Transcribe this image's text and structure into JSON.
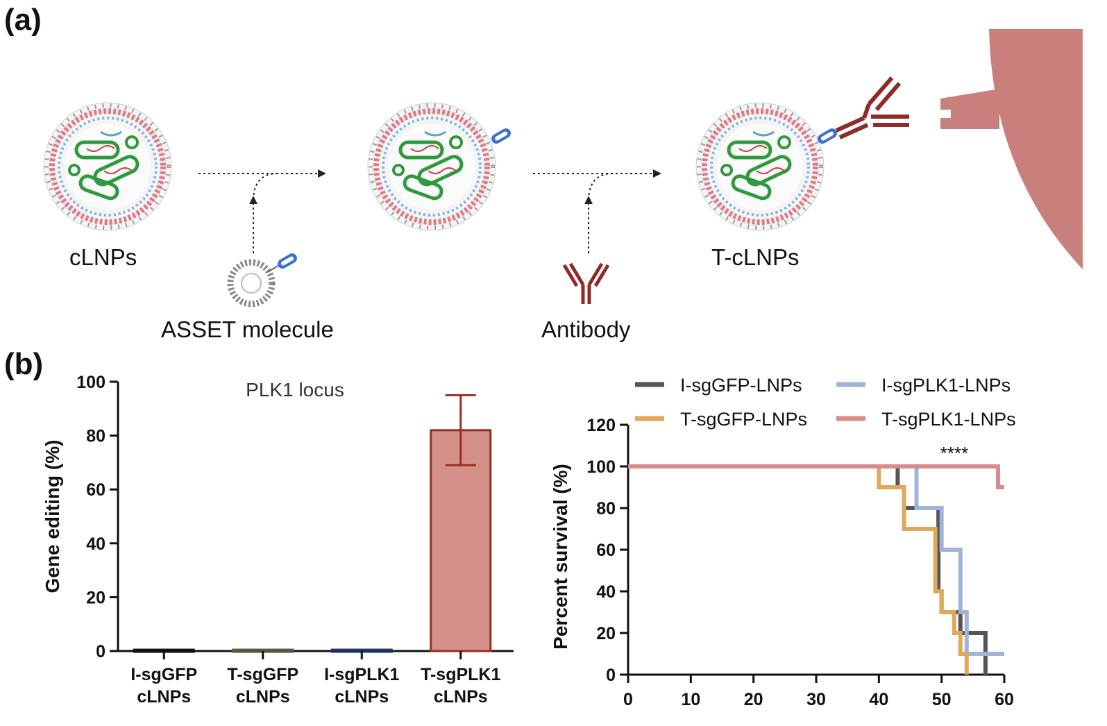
{
  "panels": {
    "a_label": "(a)",
    "b_label": "(b)"
  },
  "schematic": {
    "clnps_label": "cLNPs",
    "asset_label": "ASSET molecule",
    "tclnps_label": "T-cLNPs",
    "antibody_label": "Antibody"
  },
  "colors": {
    "black_series": "#555555",
    "orange_series": "#e0a85a",
    "blue_series": "#9fb4d8",
    "red_series": "#d98a8a",
    "bar_red_fill": "#d4918a",
    "bar_red_edge": "#9c2b22",
    "antibody": "#8e2a27",
    "cell": "#c97f7b",
    "asset_tag": "#3a6fd6"
  },
  "chart_data": [
    {
      "type": "bar",
      "title": "PLK1 locus",
      "ylabel": "Gene editing (%)",
      "xlabel": "",
      "ylim": [
        0,
        100
      ],
      "yticks": [
        0,
        20,
        40,
        60,
        80,
        100
      ],
      "categories": [
        [
          "I-sgGFP",
          "cLNPs"
        ],
        [
          "T-sgGFP",
          "cLNPs"
        ],
        [
          "I-sgPLK1",
          "cLNPs"
        ],
        [
          "T-sgPLK1",
          "cLNPs"
        ]
      ],
      "values": [
        0.5,
        0.5,
        0.5,
        82
      ],
      "error_low": [
        0,
        0,
        0,
        69
      ],
      "error_high": [
        0,
        0,
        0,
        95
      ],
      "bar_colors": [
        "#222222",
        "#6e6a52",
        "#2f4a78",
        "#d4918a"
      ],
      "edge_colors": [
        "#111111",
        "#5a5640",
        "#1f3560",
        "#9c2b22"
      ],
      "grid": false
    },
    {
      "type": "line",
      "subtype": "step (Kaplan-Meier)",
      "xlabel": "",
      "ylabel": "Percent survival (%)",
      "xlim": [
        0,
        60
      ],
      "ylim": [
        0,
        120
      ],
      "xticks": [
        0,
        10,
        20,
        30,
        40,
        50,
        60
      ],
      "yticks": [
        0,
        20,
        40,
        60,
        80,
        100,
        120
      ],
      "legend_position": "top",
      "annotation": "****",
      "grid": false,
      "series": [
        {
          "name": "I-sgGFP-LNPs",
          "color": "#555555",
          "x": [
            0,
            43,
            44,
            49,
            49.5,
            50,
            52,
            53,
            54,
            56,
            57
          ],
          "y": [
            100,
            90,
            80,
            80,
            40,
            30,
            30,
            20,
            20,
            20,
            0
          ]
        },
        {
          "name": "I-sgPLK1-LNPs",
          "color": "#9fb4d8",
          "x": [
            0,
            45,
            46,
            50,
            53,
            54,
            55,
            60
          ],
          "y": [
            100,
            100,
            80,
            60,
            30,
            10,
            10,
            10
          ]
        },
        {
          "name": "T-sgGFP-LNPs",
          "color": "#e0a85a",
          "x": [
            0,
            40,
            43,
            44,
            47,
            49,
            50,
            52,
            53,
            54
          ],
          "y": [
            100,
            90,
            90,
            70,
            70,
            40,
            30,
            20,
            10,
            0
          ]
        },
        {
          "name": "T-sgPLK1-LNPs",
          "color": "#d98a8a",
          "x": [
            0,
            59,
            60
          ],
          "y": [
            100,
            90,
            90
          ]
        }
      ]
    }
  ]
}
